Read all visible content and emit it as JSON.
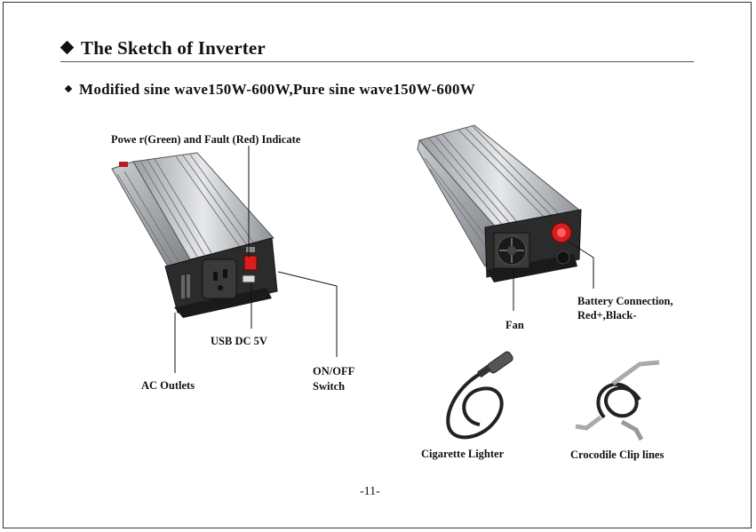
{
  "page": {
    "title": "The Sketch of Inverter",
    "subtitle": "Modified sine wave150W-600W,Pure sine wave150W-600W",
    "page_number": "-11-"
  },
  "labels": {
    "indicator": "Powe r(Green) and Fault (Red) Indicate",
    "usb": "USB DC 5V",
    "ac_outlets": "AC Outlets",
    "switch_line1": "ON/OFF",
    "switch_line2": "Switch",
    "fan": "Fan",
    "battery_line1": "Battery Connection,",
    "battery_line2": "Red+,Black-",
    "cigarette": "Cigarette Lighter",
    "crocodile": "Crocodile Clip lines"
  }
}
